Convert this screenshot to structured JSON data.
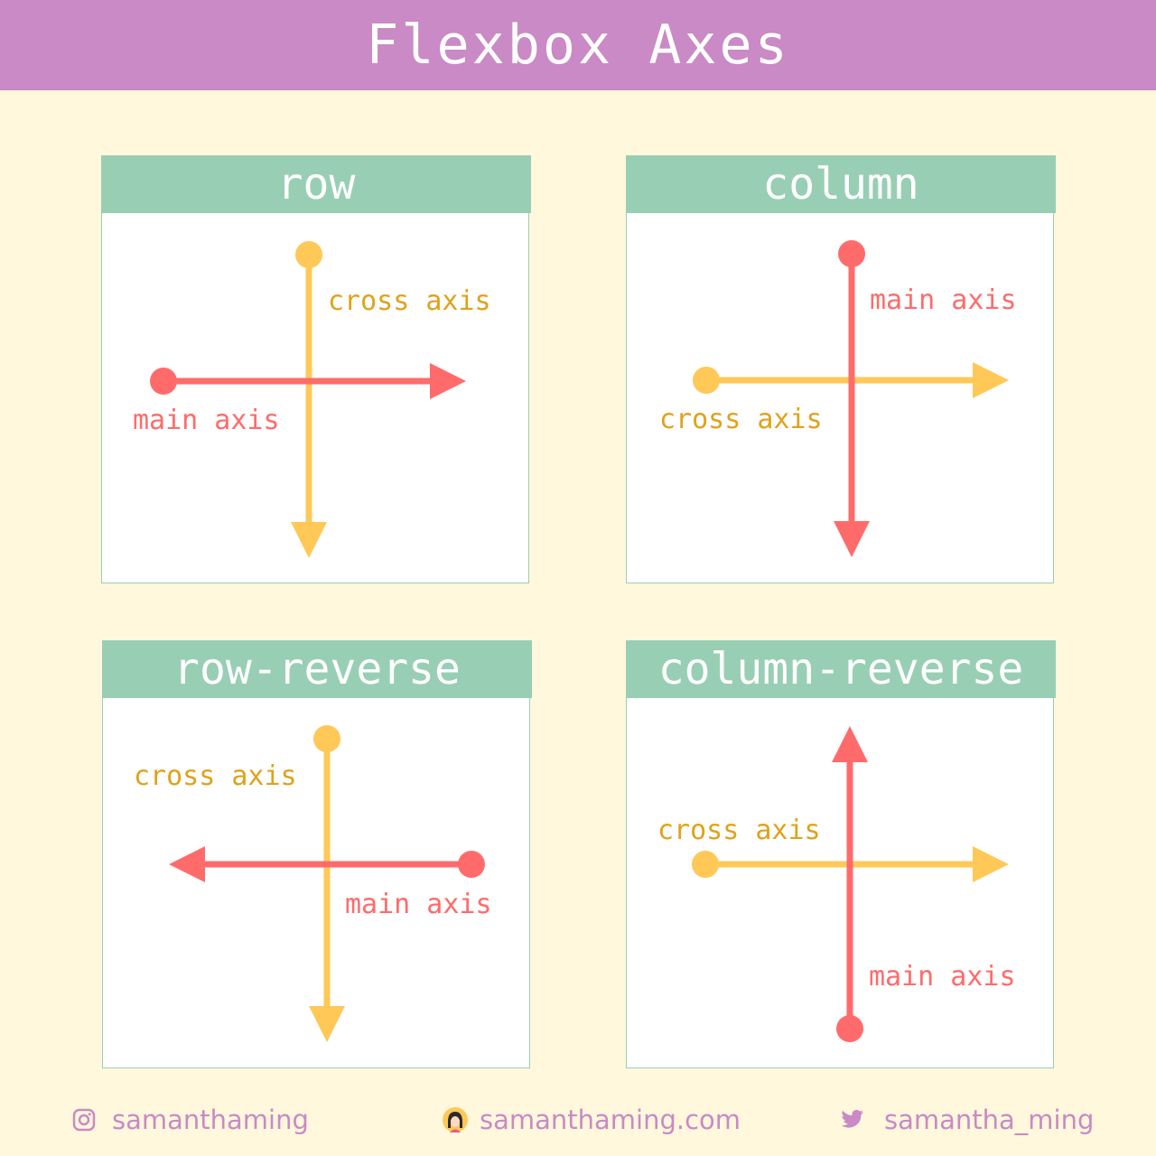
{
  "header": {
    "title": "Flexbox Axes"
  },
  "colors": {
    "header_bg": "#C98AC5",
    "background": "#FFF8DC",
    "panel_head": "#98CFB4",
    "main_axis": "#FF6B6B",
    "cross_axis": "#FFC857",
    "cross_label": "#E0A21A"
  },
  "panels": [
    {
      "title": "row",
      "main_label": "main axis",
      "cross_label": "cross axis"
    },
    {
      "title": "column",
      "main_label": "main axis",
      "cross_label": "cross axis"
    },
    {
      "title": "row-reverse",
      "main_label": "main axis",
      "cross_label": "cross axis"
    },
    {
      "title": "column-reverse",
      "main_label": "main axis",
      "cross_label": "cross axis"
    }
  ],
  "footer": {
    "instagram": {
      "icon": "instagram-icon",
      "handle": "samanthaming"
    },
    "website": {
      "icon": "avatar-icon",
      "url": "samanthaming.com"
    },
    "twitter": {
      "icon": "twitter-icon",
      "handle": "samantha_ming"
    }
  }
}
